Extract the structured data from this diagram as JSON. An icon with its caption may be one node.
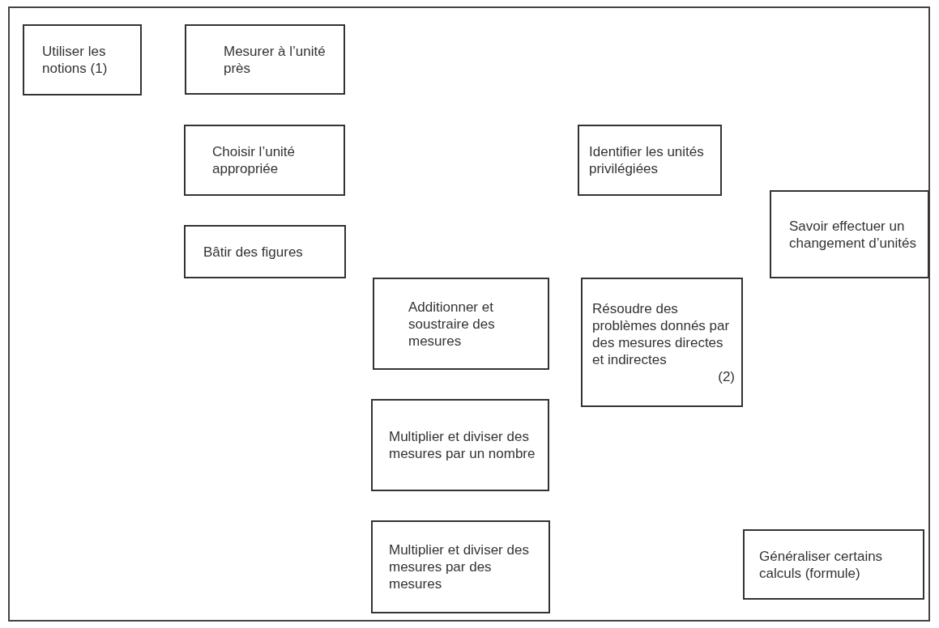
{
  "diagram": {
    "nodes": [
      {
        "text": [
          "Utiliser les notions (1)"
        ]
      },
      {
        "text": [
          "Mesurer à l’unité près"
        ]
      },
      {
        "text": [
          "Choisir l’unité appropriée"
        ]
      },
      {
        "text": [
          "Bâtir des figures"
        ]
      },
      {
        "text": [
          "Identifier les unités privilégiées"
        ]
      },
      {
        "text": [
          "Savoir effectuer un changement d’unités"
        ]
      },
      {
        "text": [
          "Additionner et soustraire des mesures"
        ]
      },
      {
        "text": [
          "Résoudre des problèmes donnés par des mesures directes et indirectes",
          "(2)"
        ]
      },
      {
        "text": [
          "Multiplier et diviser des mesures par un nombre"
        ]
      },
      {
        "text": [
          "Multiplier et diviser des mesures par des mesures"
        ]
      },
      {
        "text": [
          "Généraliser certains calculs (formule)"
        ]
      }
    ]
  }
}
